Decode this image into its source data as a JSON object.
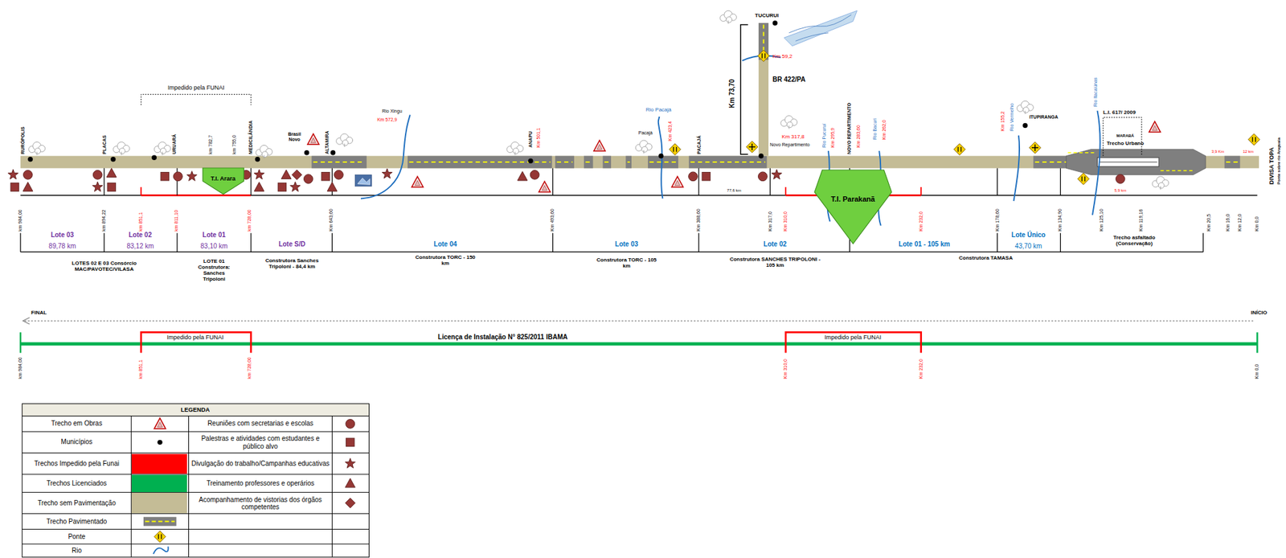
{
  "diagram": {
    "nodes": [
      {
        "text": [
          "T.I. Arara"
        ]
      },
      {
        "text": [
          "T.I. Parakanã"
        ]
      }
    ],
    "labels": [
      "Impedido pela FUNAI",
      "TUCURUI",
      "Km 59,2",
      "BR 422/PA",
      "Km 73,70",
      "RURÓPOLIS",
      "PLACAS",
      "URUARÁ",
      "km 782,7",
      "km 755,0",
      "MEDICILÂNDIA",
      "Brasil Novo",
      "ALTAMIRA",
      "Rio Xingu",
      "Km 572,9",
      "ANAPU",
      "Km 501,1",
      "Rio Pacajá",
      "Km 423,4",
      "Pacajá",
      "PACAJÁ",
      "Km 317,8",
      "Novo Repartimento",
      "Rio Pucuruí",
      "Km 295,9",
      "NOVO REPARTIMENTO",
      "Km 283,60",
      "Rio Bacuri",
      "Km 262,0",
      "Km 155,2",
      "Rio Vermelho",
      "ITUPIRANGA",
      "Rio Itacaiúnas",
      "L.I. 617/ 2009",
      "MARABÁ",
      "Trecho Urbano",
      "3,9 Km",
      "12 km",
      "DIVISA TOPA",
      "Ponte sobre rio Araguaia",
      "5,9 km",
      "77,6 km",
      "km 984,00",
      "km 894,22",
      "km 851,1",
      "km 811,10",
      "km 728,00",
      "Km 643,60",
      "Km 493,60",
      "Km 388,60",
      "Km 317,0",
      "Km 310,0",
      "Km 232,0",
      "Km 178,60",
      "Km 134,90",
      "Km 125,10",
      "Km 119,16",
      "Km 20,5",
      "Km 16,0",
      "Km 12,0",
      "Km 0,0",
      "Lote 03",
      "89,78 km",
      "Lote 02",
      "83,12 km",
      "Lote 01",
      "83,10 km",
      "Lote S/D",
      "Lote 04",
      "Lote 03",
      "Lote 02",
      "Lote 01 - 105 km",
      "Lote Único",
      "43,70 km",
      "Trecho asfaltado (Conservação)",
      "LOTES 02 E 03 Consórcio MAC/PAVOTEC/VILASA",
      "LOTE 01 Construtora: Sanches Tripoloni",
      "Construtora Sanches Tripoloni - 84,4 km",
      "Construtora TORC - 150 km",
      "Construtora TORC - 105 km",
      "Construtora SANCHES TRIPOLONI - 105 km",
      "Construtora TAMASA",
      "FINAL",
      "INÍCIO",
      "Impedido pela FUNAI",
      "Licença de Instalação N° 825/2011 IBAMA",
      "Impedido pela FUNAI",
      "km 984,00",
      "km 851,1",
      "km 728,00",
      "Km 310,0",
      "Km 232,0",
      "Km 0,0",
      "LEGENDA"
    ],
    "legend": [
      {
        "text": "Trecho em Obras"
      },
      {
        "text": "Municípios"
      },
      {
        "text": "Trechos Impedido pela Funai",
        "color": "#ff0000"
      },
      {
        "text": "Trechos Licenciados",
        "color": "#00b050"
      },
      {
        "text": "Trecho sem Pavimentação",
        "color": "#c4bc96"
      },
      {
        "text": "Trecho Pavimentado"
      },
      {
        "text": "Ponte"
      },
      {
        "text": "Rio"
      },
      {
        "text": "Reuniões com secretarias e escolas"
      },
      {
        "text": "Palestras e atividades com estudantes e público alvo"
      },
      {
        "text": "Divulgação do trabalho/Campanhas educativas"
      },
      {
        "text": "Treinamento professores e operários"
      },
      {
        "text": "Acompanhamento de vistorias dos órgãos competentes"
      }
    ]
  }
}
